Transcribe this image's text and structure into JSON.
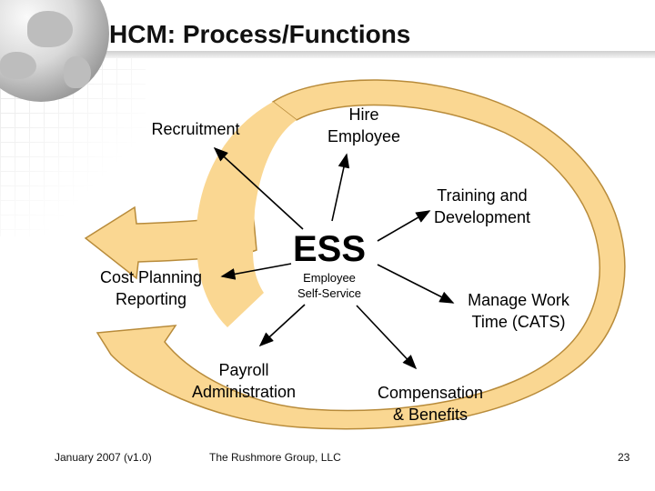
{
  "slide": {
    "title": "HCM: Process/Functions"
  },
  "center": {
    "title": "ESS",
    "subtitle": "Employee\nSelf-Service"
  },
  "nodes": {
    "recruitment": "Recruitment",
    "hire": "Hire\nEmployee",
    "training": "Training and\nDevelopment",
    "cost": "Cost Planning\nReporting",
    "manage_work": "Manage Work\nTime (CATS)",
    "payroll": "Payroll\nAdministration",
    "compensation": "Compensation\n& Benefits"
  },
  "footer": {
    "date": "January 2007 (v1.0)",
    "company": "The Rushmore Group, LLC",
    "page": "23"
  },
  "colors": {
    "cycle_fill": "#FAD792",
    "cycle_stroke": "#B88B3A",
    "arrow": "#000000"
  }
}
